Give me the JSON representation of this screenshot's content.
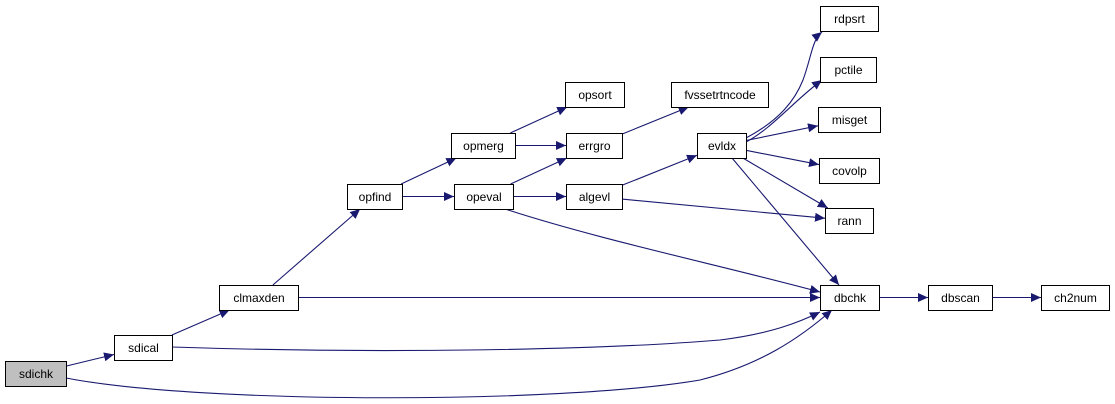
{
  "diagram": {
    "type": "call-graph",
    "colors": {
      "edge": "#191970",
      "node_fill": "#ffffff",
      "root_fill": "#bfbfbf",
      "border": "#000000"
    },
    "nodes": [
      {
        "id": "sdichk",
        "label": "sdichk",
        "root": true
      },
      {
        "id": "sdical",
        "label": "sdical"
      },
      {
        "id": "clmaxden",
        "label": "clmaxden"
      },
      {
        "id": "opfind",
        "label": "opfind"
      },
      {
        "id": "opmerg",
        "label": "opmerg"
      },
      {
        "id": "opeval",
        "label": "opeval"
      },
      {
        "id": "opsort",
        "label": "opsort"
      },
      {
        "id": "errgro",
        "label": "errgro"
      },
      {
        "id": "algevl",
        "label": "algevl"
      },
      {
        "id": "fvssetrtncode",
        "label": "fvssetrtncode"
      },
      {
        "id": "evldx",
        "label": "evldx"
      },
      {
        "id": "rdpsrt",
        "label": "rdpsrt"
      },
      {
        "id": "pctile",
        "label": "pctile"
      },
      {
        "id": "misget",
        "label": "misget"
      },
      {
        "id": "covolp",
        "label": "covolp"
      },
      {
        "id": "rann",
        "label": "rann"
      },
      {
        "id": "dbchk",
        "label": "dbchk"
      },
      {
        "id": "dbscan",
        "label": "dbscan"
      },
      {
        "id": "ch2num",
        "label": "ch2num"
      }
    ],
    "edges": [
      {
        "from": "sdichk",
        "to": "sdical"
      },
      {
        "from": "sdichk",
        "to": "dbchk"
      },
      {
        "from": "sdical",
        "to": "clmaxden"
      },
      {
        "from": "sdical",
        "to": "dbchk"
      },
      {
        "from": "clmaxden",
        "to": "opfind"
      },
      {
        "from": "clmaxden",
        "to": "dbchk"
      },
      {
        "from": "opfind",
        "to": "opmerg"
      },
      {
        "from": "opfind",
        "to": "opeval"
      },
      {
        "from": "opmerg",
        "to": "opsort"
      },
      {
        "from": "opmerg",
        "to": "errgro"
      },
      {
        "from": "opeval",
        "to": "errgro"
      },
      {
        "from": "opeval",
        "to": "algevl"
      },
      {
        "from": "opeval",
        "to": "dbchk"
      },
      {
        "from": "errgro",
        "to": "fvssetrtncode"
      },
      {
        "from": "algevl",
        "to": "evldx"
      },
      {
        "from": "algevl",
        "to": "rann"
      },
      {
        "from": "evldx",
        "to": "rdpsrt"
      },
      {
        "from": "evldx",
        "to": "pctile"
      },
      {
        "from": "evldx",
        "to": "misget"
      },
      {
        "from": "evldx",
        "to": "covolp"
      },
      {
        "from": "evldx",
        "to": "rann"
      },
      {
        "from": "evldx",
        "to": "dbchk"
      },
      {
        "from": "dbchk",
        "to": "dbscan"
      },
      {
        "from": "dbscan",
        "to": "ch2num"
      }
    ]
  }
}
